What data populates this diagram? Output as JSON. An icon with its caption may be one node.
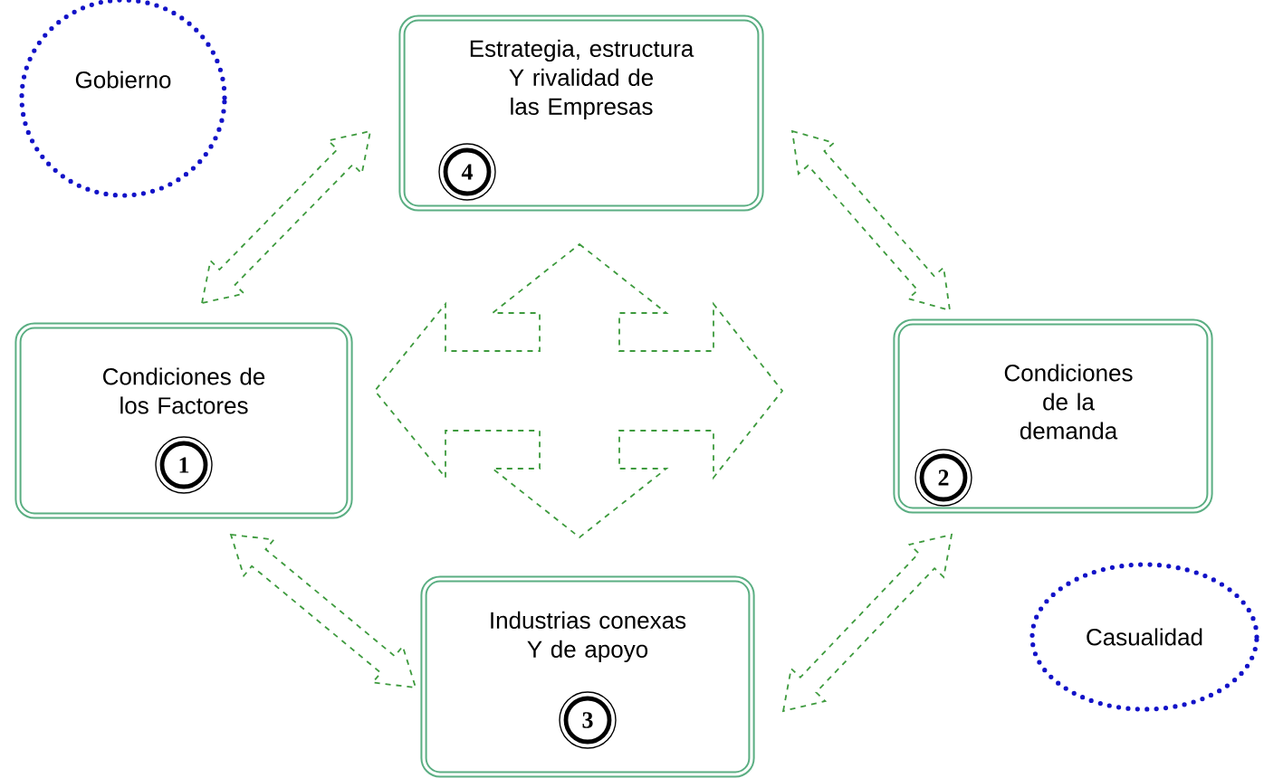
{
  "diagram": {
    "nodes": [
      {
        "text": [
          "Gobierno"
        ]
      },
      {
        "text": [
          "Estrategia, estructura Y rivalidad de las Empresas",
          "4"
        ]
      },
      {
        "text": [
          "Condiciones de los Factores",
          "1"
        ]
      },
      {
        "text": [
          "Condiciones de la demanda",
          "2"
        ]
      },
      {
        "text": [
          "Industrias conexas Y de apoyo",
          "3"
        ]
      },
      {
        "text": [
          "Casualidad"
        ]
      }
    ],
    "edges": [
      {
        "from": 2,
        "to": 1,
        "arrow": "both",
        "style": "dashed"
      },
      {
        "from": 1,
        "to": 3,
        "arrow": "both",
        "style": "dashed"
      },
      {
        "from": 2,
        "to": 4,
        "arrow": "both",
        "style": "dashed"
      },
      {
        "from": 4,
        "to": 3,
        "arrow": "both",
        "style": "dashed"
      }
    ]
  }
}
